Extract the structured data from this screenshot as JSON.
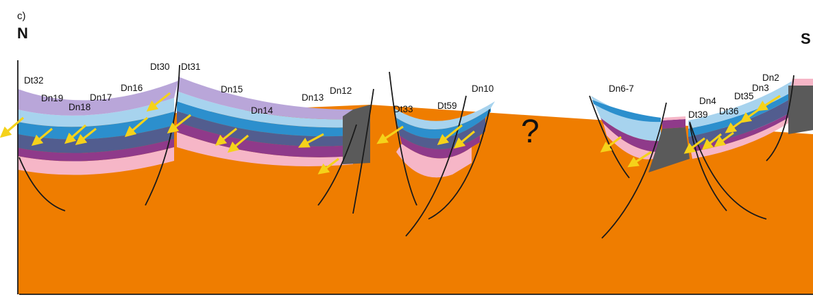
{
  "panel_label": "c)",
  "north_label": "N",
  "south_label": "S",
  "unknown_mark": "?",
  "labels": {
    "dt32": "Dt32",
    "dn19": "Dn19",
    "dn18": "Dn18",
    "dn17": "Dn17",
    "dn16": "Dn16",
    "dt30": "Dt30",
    "dt31": "Dt31",
    "dn15": "Dn15",
    "dn14": "Dn14",
    "dn13": "Dn13",
    "dn12": "Dn12",
    "dt33": "Dt33",
    "dt59": "Dt59",
    "dn10": "Dn10",
    "dn6_7": "Dn6-7",
    "dn4": "Dn4",
    "dt39": "Dt39",
    "dt36": "Dt36",
    "dt35": "Dt35",
    "dn3": "Dn3",
    "dn2": "Dn2"
  },
  "colors": {
    "basement": "#ef7d00",
    "purple": "#b9a6d9",
    "light_blue": "#a7d3ee",
    "blue": "#2c8fcd",
    "slate": "#525d8f",
    "magenta": "#8f3a8a",
    "pink": "#f6b6c7",
    "gray": "#5a5a5a",
    "arrow": "#f5d21a"
  }
}
